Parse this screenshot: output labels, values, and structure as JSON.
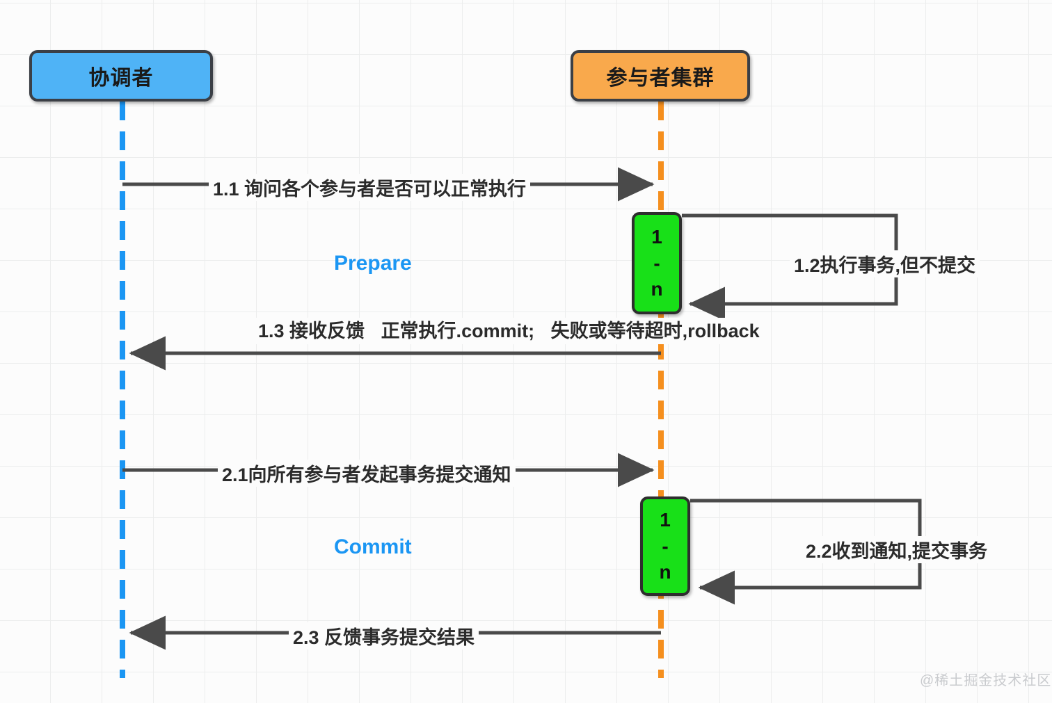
{
  "diagram": {
    "type": "sequence-diagram",
    "title_text": "",
    "colors": {
      "coordinator_fill": "#4fb3f6",
      "participant_fill": "#f9a94c",
      "activation_fill": "#18e018",
      "coordinator_lifeline": "#1b96f3",
      "participant_lifeline": "#f58f1e",
      "arrow": "#4a4a4a",
      "phase_label": "#1b96f3",
      "border": "#3b3f46"
    },
    "actors": [
      {
        "id": "coordinator",
        "label": "协调者",
        "lifeline_color": "#1b96f3"
      },
      {
        "id": "participants",
        "label": "参与者集群",
        "lifeline_color": "#f58f1e"
      }
    ],
    "phases": [
      {
        "id": "prepare",
        "label": "Prepare"
      },
      {
        "id": "commit",
        "label": "Commit"
      }
    ],
    "activations": [
      {
        "id": "activation-1",
        "lines": [
          "1",
          "-",
          "n"
        ]
      },
      {
        "id": "activation-2",
        "lines": [
          "1",
          "-",
          "n"
        ]
      }
    ],
    "messages": [
      {
        "id": "msg-1-1",
        "label": "1.1 询问各个参与者是否可以正常执行",
        "from": "coordinator",
        "to": "participants",
        "direction": "right"
      },
      {
        "id": "msg-1-2",
        "label": "1.2执行事务,但不提交",
        "from": "participants",
        "to": "participants",
        "direction": "self"
      },
      {
        "id": "msg-1-3",
        "label_lines": [
          "1.3 接收反馈",
          "正常执行.commit;",
          "失败或等待超时,rollback"
        ],
        "from": "participants",
        "to": "coordinator",
        "direction": "left"
      },
      {
        "id": "msg-2-1",
        "label": "2.1向所有参与者发起事务提交通知",
        "from": "coordinator",
        "to": "participants",
        "direction": "right"
      },
      {
        "id": "msg-2-2",
        "label": "2.2收到通知,提交事务",
        "from": "participants",
        "to": "participants",
        "direction": "self"
      },
      {
        "id": "msg-2-3",
        "label": "2.3 反馈事务提交结果",
        "from": "participants",
        "to": "coordinator",
        "direction": "left"
      }
    ],
    "watermark": "@稀土掘金技术社区"
  }
}
